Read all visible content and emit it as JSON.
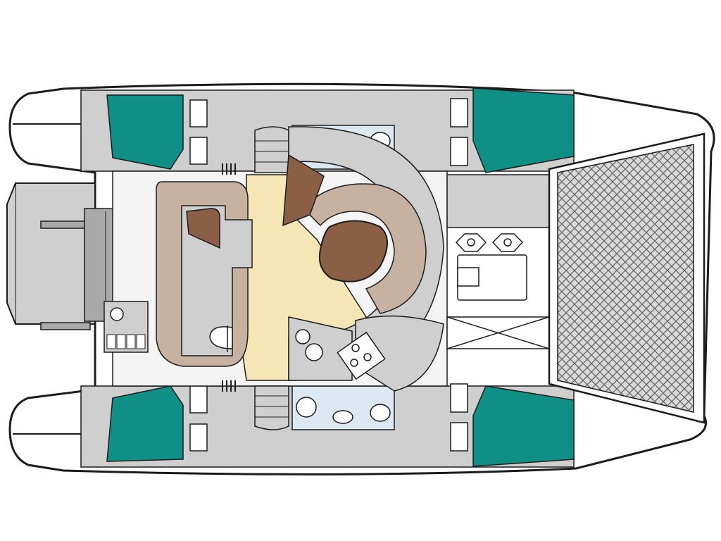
{
  "diagram": {
    "kind": "catamaran-deck-layout",
    "text_labels": [],
    "colors": {
      "outline": "#1c1c1c",
      "structure": "#cfcfcf",
      "structure_dark": "#a9a9a9",
      "floor_light": "#f4f4f4",
      "cabin_bunk": "#0f8f86",
      "salon_floor": "#f6e6b6",
      "seating": "#c7b1a1",
      "seating_dark": "#8b5e46",
      "head_floor": "#dce8f2",
      "trampoline": "#d9d9d9",
      "white": "#ffffff"
    },
    "areas": {
      "cabins": 4,
      "heads": 2,
      "salon": 1,
      "galley": 1,
      "helm_station": 1,
      "cockpit_seating": 1,
      "front_trampoline": 1
    }
  }
}
